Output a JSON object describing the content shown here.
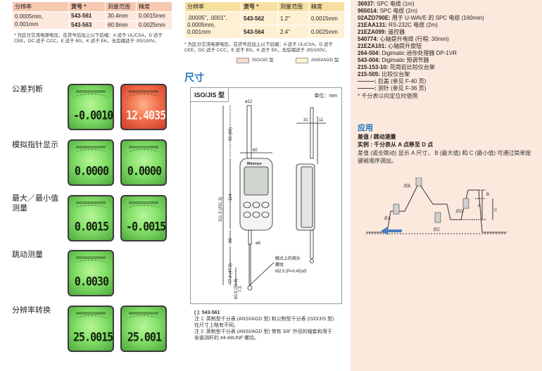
{
  "left_table": {
    "headers": [
      "分辨率",
      "货号 *",
      "测量范围",
      "精度"
    ],
    "resolution": "0.0005mm,\n0.001mm",
    "rows": [
      {
        "code": "543-561",
        "range": "30.4mm",
        "accuracy": "0.0015mm"
      },
      {
        "code": "543-563",
        "range": "60.9mm",
        "accuracy": "0.0025mm"
      }
    ]
  },
  "left_note": "* 为区分交流电源电压，在货号后加上以下后缀：A 适于 UL/CSA，D 适于 CEE，DC 适于 CCC，E 适于 BS，K 适于 EK，无后缀适于 JIS/100V。",
  "functions": [
    {
      "label": "公差判断",
      "displays": [
        {
          "digits": "-0.0010",
          "color": "green"
        },
        {
          "digits": "12.4035",
          "color": "red"
        }
      ]
    },
    {
      "label": "模拟指针显示",
      "displays": [
        {
          "digits": "0.0000",
          "color": "green"
        },
        {
          "digits": "0.0000",
          "color": "green"
        }
      ]
    },
    {
      "label": "最大／最小值测量",
      "displays": [
        {
          "digits": "0.0015",
          "color": "green"
        },
        {
          "digits": "-0.0015",
          "color": "green"
        }
      ]
    },
    {
      "label": "跳动测量",
      "displays": [
        {
          "digits": "0.0030",
          "color": "green"
        }
      ]
    },
    {
      "label": "分辨率转换",
      "displays": [
        {
          "digits": "25.0015",
          "color": "green"
        },
        {
          "digits": "25.001",
          "color": "green"
        }
      ]
    }
  ],
  "mid_table": {
    "headers": [
      "分辨率",
      "货号 *",
      "测量范围",
      "精度"
    ],
    "resolution": ".00005\", .0001\",\n0.0005mm,\n0.001mm",
    "rows": [
      {
        "code": "543-562",
        "range": "1.2\"",
        "accuracy": "0.0015mm"
      },
      {
        "code": "543-564",
        "range": "2.4\"",
        "accuracy": "0.0025mm"
      }
    ]
  },
  "mid_note": "* 为区分交流电源电压，在货号后加上以下后缀：A 适于 UL/CSA，D 适于 CEE，DC 适于 CCC，E 适于 BS，K 适于 EK，无后缀适于 JIS/100V。",
  "legend": {
    "iso": "ISO/JIS 型",
    "ansi": "ANSI/AGD 型",
    "iso_color": "#f7d9c9",
    "ansi_color": "#fbf2d0"
  },
  "dimensions": {
    "title": "尺寸",
    "box_label": "ISO/JIS 型",
    "unit": "单位：mm",
    "dims": {
      "d12": "ø12",
      "w60": "60",
      "h90": "90 (60)",
      "h114": "114",
      "h311": "311.3 (251.3)",
      "h30": "30",
      "d8": "ø8",
      "h77": "77.3 (47.3)",
      "h60b": "60.9 (30.4)",
      "h73": "7.3",
      "w31": "31",
      "w11": "11"
    },
    "brand": "Mitutoyo",
    "thread_note": [
      "触点上的测头",
      "螺纹",
      "M2.5 (P=0.45)x5"
    ],
    "footnotes": [
      "(  ): 543-561",
      "注 1: 英制型千分表 (ANSI/AGD 型) 和公制型千分表 (ISO/JIS 型) 在尺寸上略有不同。",
      "注 2: 英制型千分表 (ANSI/AGD 型) 带有 3/8\" 外径的轴套和用于安装测杆的 #4-48UNF 螺纹。"
    ]
  },
  "accessories": [
    {
      "code": "36937:",
      "desc": "SPC 电缆 (1m)"
    },
    {
      "code": "965014:",
      "desc": "SPC 电缆 (2m)"
    },
    {
      "code": "02AZD790E:",
      "desc": "用于 U-WAVE 的 SPC 电缆 (160mm)"
    },
    {
      "code": "21EAA131:",
      "desc": "RS-232C 电缆 (2m)"
    },
    {
      "code": "21EZA099:",
      "desc": "遥控器"
    },
    {
      "code": "540774:",
      "desc": "心轴提升电缆 (行程: 30mm)"
    },
    {
      "code": "21EZA101:",
      "desc": "心轴提升旋钮"
    },
    {
      "code": "264-504:",
      "desc": "Digimatic 迷你处理器 DP-1VR"
    },
    {
      "code": "543-004:",
      "desc": "Digimatic 预调节器"
    },
    {
      "code": "215-153-10:",
      "desc": "花岗岩比较仪台架"
    },
    {
      "code": "215-505:",
      "desc": "比较仪台架"
    },
    {
      "code": "———:",
      "desc": "后盖 (参见 F-40 页)"
    },
    {
      "code": "———:",
      "desc": "测针 (参见 F-36 页)"
    }
  ],
  "acc_note": "* 千分表以向定位时使用",
  "application": {
    "title": "应用",
    "subtitle": "差值 / 跳动测量",
    "example": "实例 : 千分表从 A 点移至 D 点",
    "desc": "差值 (或全跳动) 显示 A 尺寸，  B (最大值) 和 C (最小值) 可通过简单按键被顺序调出。",
    "points": {
      "a": "点A",
      "b": "点B",
      "c": "点C",
      "d": "点D",
      "la": "A",
      "lb": "B",
      "lc": "C"
    }
  }
}
